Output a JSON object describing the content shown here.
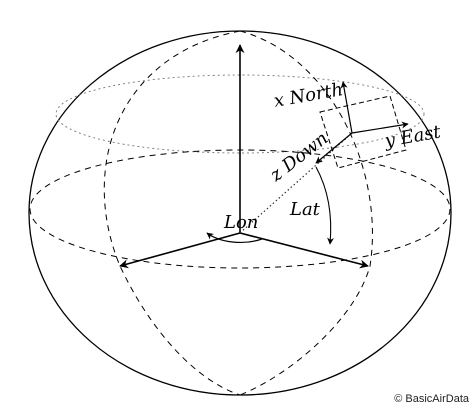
{
  "labels": {
    "x_axis": "x North",
    "y_axis": "y East",
    "z_axis": "z Down",
    "longitude": "Lon",
    "latitude": "Lat"
  },
  "copyright": "© BasicAirData"
}
